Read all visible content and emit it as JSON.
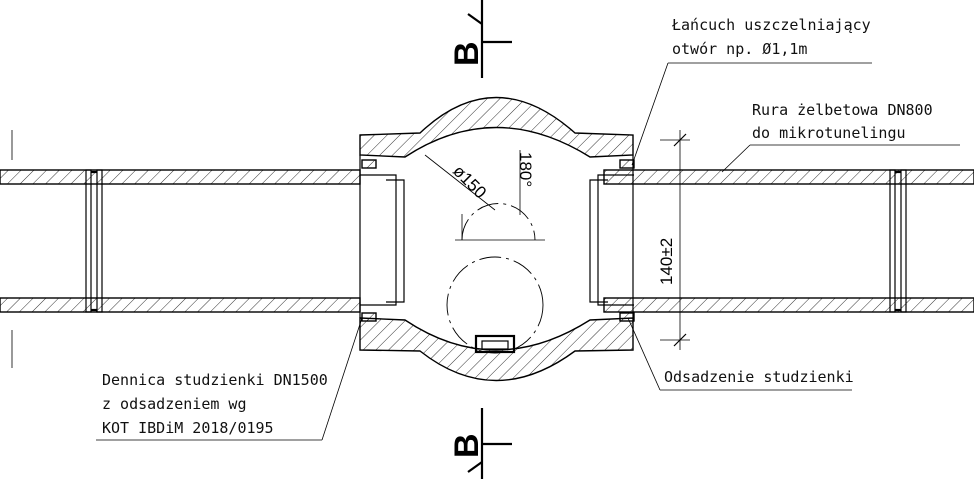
{
  "labels": {
    "chain_line1": "Łańcuch uszczelniający",
    "chain_line2": "otwór np. Ø1,1m",
    "pipe_line1": "Rura żelbetowa DN800",
    "pipe_line2": "do mikrotunelingu",
    "bottom_line1": "Dennica studzienki DN1500",
    "bottom_line2": "z odsadzeniem wg",
    "bottom_line3": "KOT IBDiM 2018/0195",
    "offset": "Odsadzenie studzienki"
  },
  "section_marks": {
    "top": "B",
    "bottom": "B"
  },
  "dimensions": {
    "diameter": "ø150",
    "angle": "180°",
    "height": "140±2"
  }
}
